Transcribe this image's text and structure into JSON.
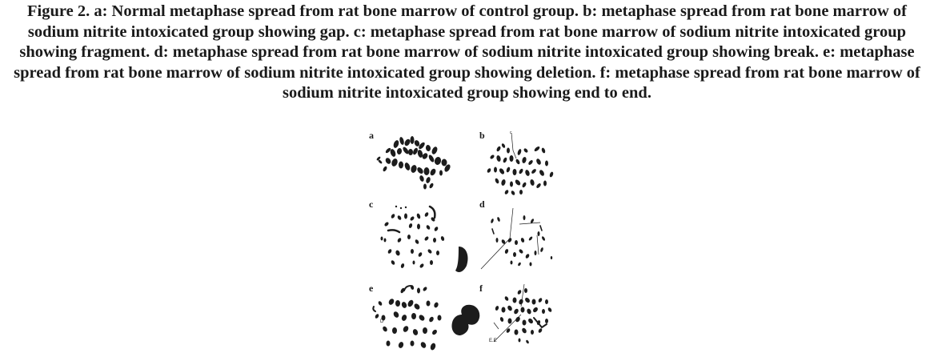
{
  "caption": {
    "text": "Figure 2. a: Normal metaphase spread from rat bone marrow of control group. b: metaphase spread from rat bone marrow of sodium nitrite intoxicated group showing gap. c: metaphase spread from rat bone marrow of sodium nitrite intoxicated group showing fragment. d: metaphase spread from rat bone marrow of sodium nitrite intoxicated group showing break. e: metaphase spread from rat bone marrow of sodium nitrite intoxicated group showing deletion. f: metaphase spread from rat bone marrow of sodium nitrite intoxicated group showing end to end."
  },
  "panels": [
    {
      "label": "a"
    },
    {
      "label": "b"
    },
    {
      "label": "c"
    },
    {
      "label": "d"
    },
    {
      "label": "e",
      "annotation": "D"
    },
    {
      "label": "f",
      "annotation": "E.E"
    }
  ],
  "colors": {
    "chromosome": "#1c1c1c",
    "text": "#1a1a1a"
  }
}
